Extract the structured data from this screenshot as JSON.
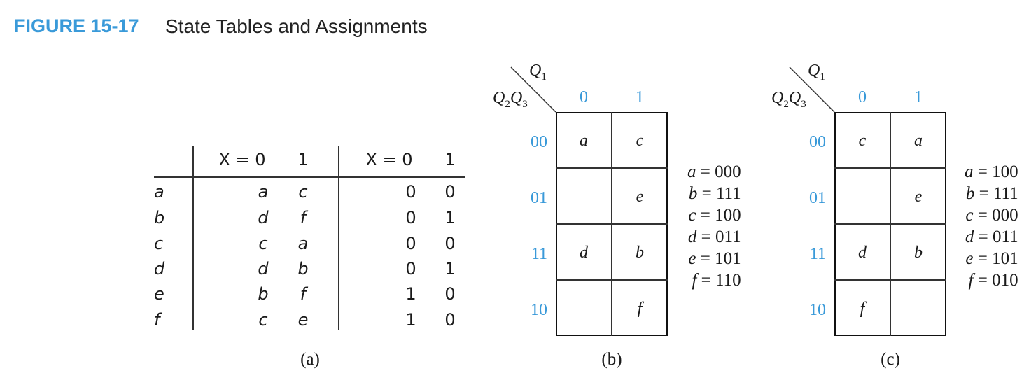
{
  "figure": {
    "label": "FIGURE 15-17",
    "title": "State Tables and Assignments"
  },
  "table_a": {
    "header_next_x0": "X = 0",
    "header_next_x1": "1",
    "header_out_x0": "X = 0",
    "header_out_x1": "1",
    "rows": [
      {
        "state": "a",
        "next0": "a",
        "next1": "c",
        "out0": "0",
        "out1": "0"
      },
      {
        "state": "b",
        "next0": "d",
        "next1": "f",
        "out0": "0",
        "out1": "1"
      },
      {
        "state": "c",
        "next0": "c",
        "next1": "a",
        "out0": "0",
        "out1": "0"
      },
      {
        "state": "d",
        "next0": "d",
        "next1": "b",
        "out0": "0",
        "out1": "1"
      },
      {
        "state": "e",
        "next0": "b",
        "next1": "f",
        "out0": "1",
        "out1": "0"
      },
      {
        "state": "f",
        "next0": "c",
        "next1": "e",
        "out0": "1",
        "out1": "0"
      }
    ],
    "caption": "(a)"
  },
  "map_b": {
    "col_var": "Q1",
    "row_var": "Q2Q3",
    "col_headers": [
      "0",
      "1"
    ],
    "row_headers": [
      "00",
      "01",
      "11",
      "10"
    ],
    "cells": [
      [
        "a",
        "c"
      ],
      [
        "",
        "e"
      ],
      [
        "d",
        "b"
      ],
      [
        "",
        "f"
      ]
    ],
    "assignments": [
      {
        "state": "a",
        "code": "000"
      },
      {
        "state": "b",
        "code": "111"
      },
      {
        "state": "c",
        "code": "100"
      },
      {
        "state": "d",
        "code": "011"
      },
      {
        "state": "e",
        "code": "101"
      },
      {
        "state": "f",
        "code": "110"
      }
    ],
    "caption": "(b)"
  },
  "map_c": {
    "col_var": "Q1",
    "row_var": "Q2Q3",
    "col_headers": [
      "0",
      "1"
    ],
    "row_headers": [
      "00",
      "01",
      "11",
      "10"
    ],
    "cells": [
      [
        "c",
        "a"
      ],
      [
        "",
        "e"
      ],
      [
        "d",
        "b"
      ],
      [
        "f",
        ""
      ]
    ],
    "assignments": [
      {
        "state": "a",
        "code": "100"
      },
      {
        "state": "b",
        "code": "111"
      },
      {
        "state": "c",
        "code": "000"
      },
      {
        "state": "d",
        "code": "011"
      },
      {
        "state": "e",
        "code": "101"
      },
      {
        "state": "f",
        "code": "010"
      }
    ],
    "caption": "(c)"
  }
}
